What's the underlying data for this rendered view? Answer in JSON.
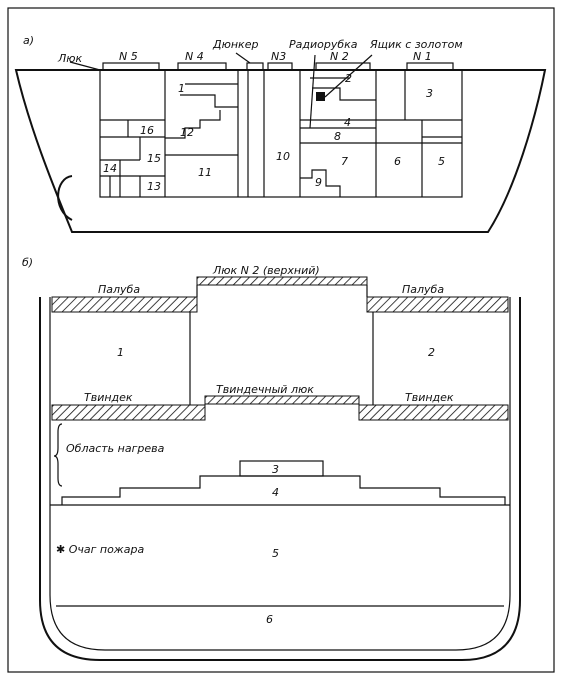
{
  "panel_a": {
    "tag": "а)",
    "labels": {
      "hatch": "Люк",
      "hatch_n5": "N 5",
      "hatch_n4": "N 4",
      "dunker": "Дюнкер",
      "hatch_n3": "N3",
      "radio_room": "Радиорубка",
      "gold_box": "Ящик с золотом",
      "hatch_n2": "N 2",
      "hatch_n1": "N 1"
    },
    "compartments": [
      "1",
      "2",
      "3",
      "4",
      "5",
      "6",
      "7",
      "8",
      "9",
      "10",
      "11",
      "12",
      "13",
      "14",
      "15",
      "16"
    ]
  },
  "panel_b": {
    "tag": "б)",
    "labels": {
      "hatch_n2_upper": "Люк N 2 (верхний)",
      "deck_left": "Палуба",
      "deck_right": "Палуба",
      "tweendeck_left": "Твиндек",
      "tweendeck_hatch": "Твиндечный люк",
      "tweendeck_right": "Твиндек",
      "heat_area": "Область нагрева",
      "fire_source": "✱ Очаг пожара"
    },
    "compartments": [
      "1",
      "2",
      "3",
      "4",
      "5",
      "6"
    ]
  }
}
